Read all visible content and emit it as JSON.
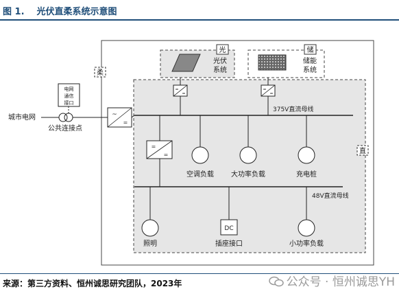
{
  "figure": {
    "label": "图 1.",
    "title": "光伏直柔系统示意图"
  },
  "source": "来源：第三方资料、恒州诚思研究团队，2023年",
  "watermark": "公众号 · 恒州诚思YH",
  "diagram": {
    "city_grid": "城市电网",
    "pcc": "公共连接点",
    "comm": [
      "电网",
      "通信",
      "接口"
    ],
    "flex_tag": "柔",
    "pv_tag": "光",
    "pv_label": [
      "光伏",
      "系统"
    ],
    "storage_tag": "储",
    "storage_label": [
      "储能",
      "系统"
    ],
    "bus_375": "375V直流母线",
    "direct_tag": "直",
    "bus_48": "48V直流母线",
    "loads_375": [
      "空调负载",
      "大功率负载",
      "充电桩"
    ],
    "loads_48": [
      "照明",
      "插座接口",
      "小功率负载"
    ],
    "dc_box": "DC"
  },
  "colors": {
    "title": "#1f4e79",
    "line": "#222222",
    "dashed_fill": "#e6e6e6"
  }
}
